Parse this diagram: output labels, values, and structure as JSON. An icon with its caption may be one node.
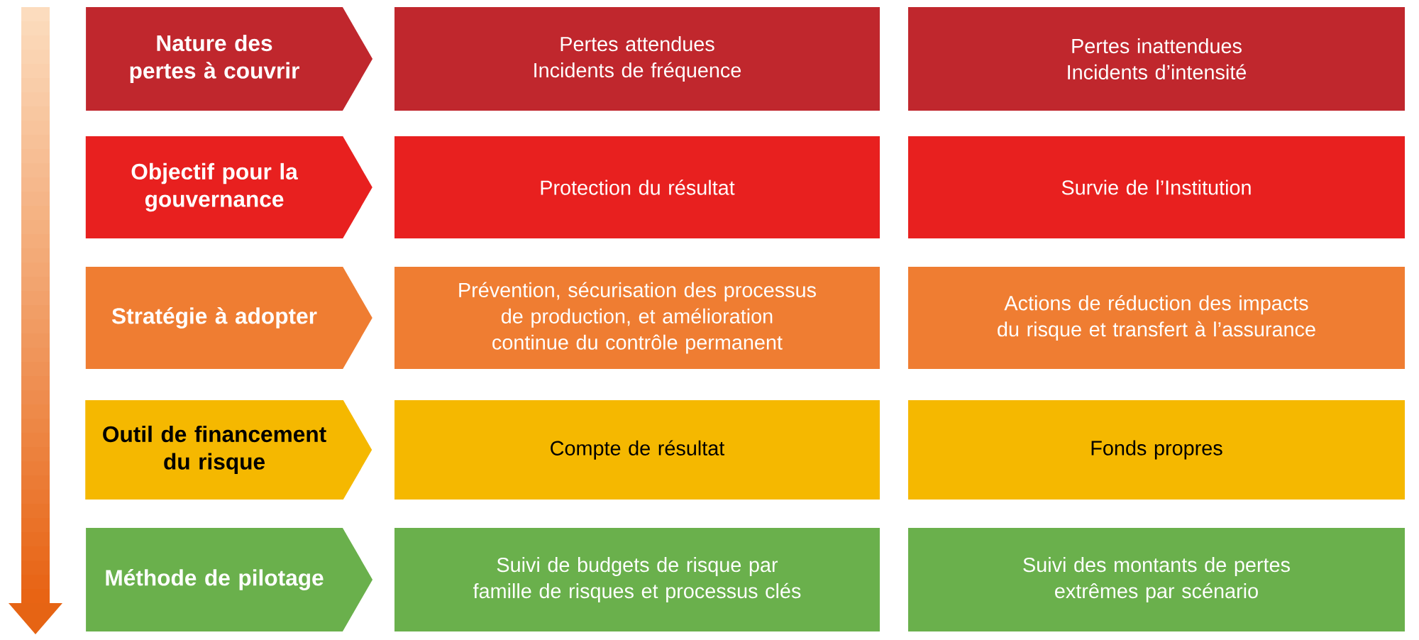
{
  "diagram": {
    "nodes": [
      {
        "text": [
          "Nature des pertes à couvrir"
        ]
      },
      {
        "text": [
          "Pertes attendues",
          "Incidents de fréquence"
        ]
      },
      {
        "text": [
          "Pertes inattendues",
          "Incidents d’intensité"
        ]
      },
      {
        "text": [
          "Objectif pour la gouvernance"
        ]
      },
      {
        "text": [
          "Protection du résultat"
        ]
      },
      {
        "text": [
          "Survie de l’Institution"
        ]
      },
      {
        "text": [
          "Stratégie à adopter"
        ]
      },
      {
        "text": [
          "Prévention, sécurisation des processus de production, et amélioration continue du contrôle permanent"
        ]
      },
      {
        "text": [
          "Actions de réduction des impacts du risque et transfert à l’assurance"
        ]
      },
      {
        "text": [
          "Outil de financement du risque"
        ]
      },
      {
        "text": [
          "Compte de résultat"
        ]
      },
      {
        "text": [
          "Fonds propres"
        ]
      },
      {
        "text": [
          "Méthode de pilotage"
        ]
      },
      {
        "text": [
          "Suivi de budgets de risque par famille de risques et processus clés"
        ]
      },
      {
        "text": [
          "Suivi des montants de pertes extrêmes par scénario"
        ]
      }
    ]
  }
}
